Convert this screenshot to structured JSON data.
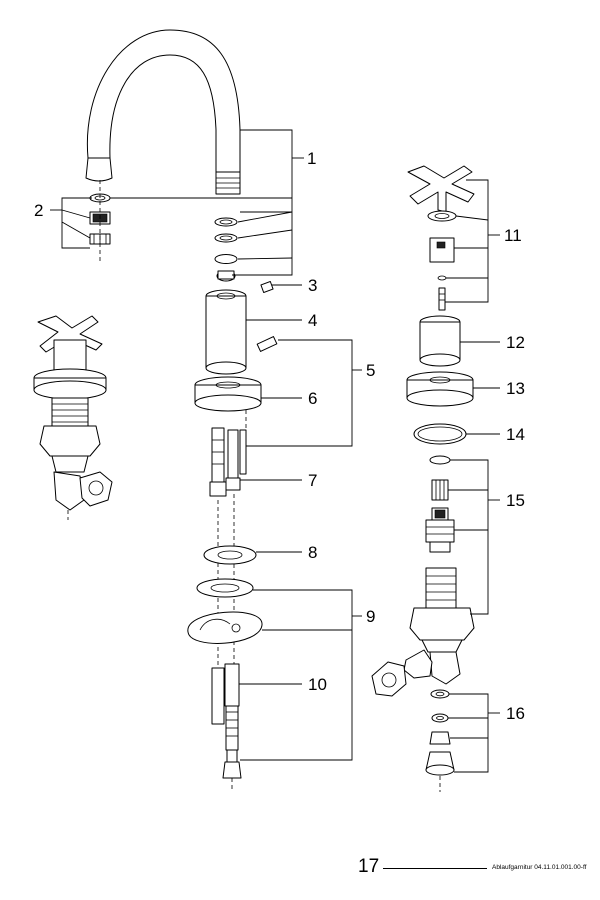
{
  "callouts": [
    {
      "id": "1",
      "text": "1"
    },
    {
      "id": "2",
      "text": "2"
    },
    {
      "id": "3",
      "text": "3"
    },
    {
      "id": "4",
      "text": "4"
    },
    {
      "id": "5",
      "text": "5"
    },
    {
      "id": "6",
      "text": "6"
    },
    {
      "id": "7",
      "text": "7"
    },
    {
      "id": "8",
      "text": "8"
    },
    {
      "id": "9",
      "text": "9"
    },
    {
      "id": "10",
      "text": "10"
    },
    {
      "id": "11",
      "text": "11"
    },
    {
      "id": "12",
      "text": "12"
    },
    {
      "id": "13",
      "text": "13"
    },
    {
      "id": "14",
      "text": "14"
    },
    {
      "id": "15",
      "text": "15"
    },
    {
      "id": "16",
      "text": "16"
    }
  ],
  "footer": {
    "page_number": "17",
    "reference": "Ablaufgarnitur 04.11.01.001.00-ff"
  }
}
